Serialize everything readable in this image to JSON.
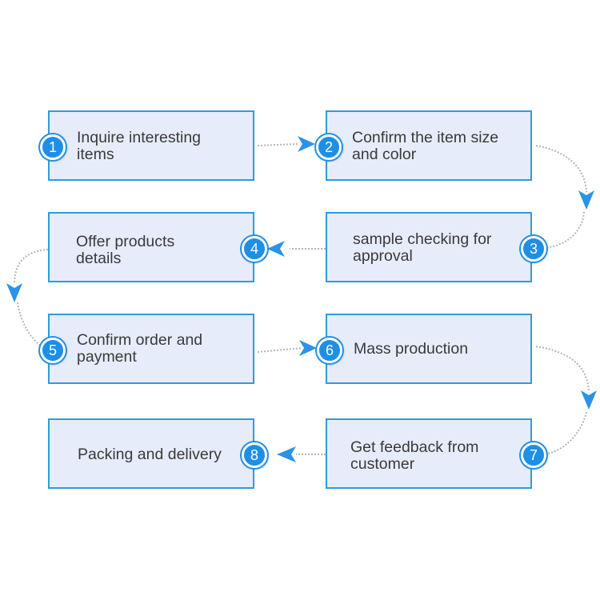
{
  "steps": [
    {
      "number": "1",
      "text": "Inquire interesting\nitems"
    },
    {
      "number": "2",
      "text": "Confirm the item size\nand color"
    },
    {
      "number": "3",
      "text": "sample checking for\napproval"
    },
    {
      "number": "4",
      "text": "Offer products\ndetails"
    },
    {
      "number": "5",
      "text": "Confirm order and\npayment"
    },
    {
      "number": "6",
      "text": "Mass production"
    },
    {
      "number": "7",
      "text": "Get feedback from\ncustomer"
    },
    {
      "number": "8",
      "text": "Packing and delivery"
    }
  ],
  "colors": {
    "box_fill": "#e6ecfa",
    "box_border": "#2f9be0",
    "badge": "#1f8fe6",
    "arrow_head": "#2a93e8",
    "connector": "#b5b5b5",
    "text": "#3a3a3a"
  }
}
